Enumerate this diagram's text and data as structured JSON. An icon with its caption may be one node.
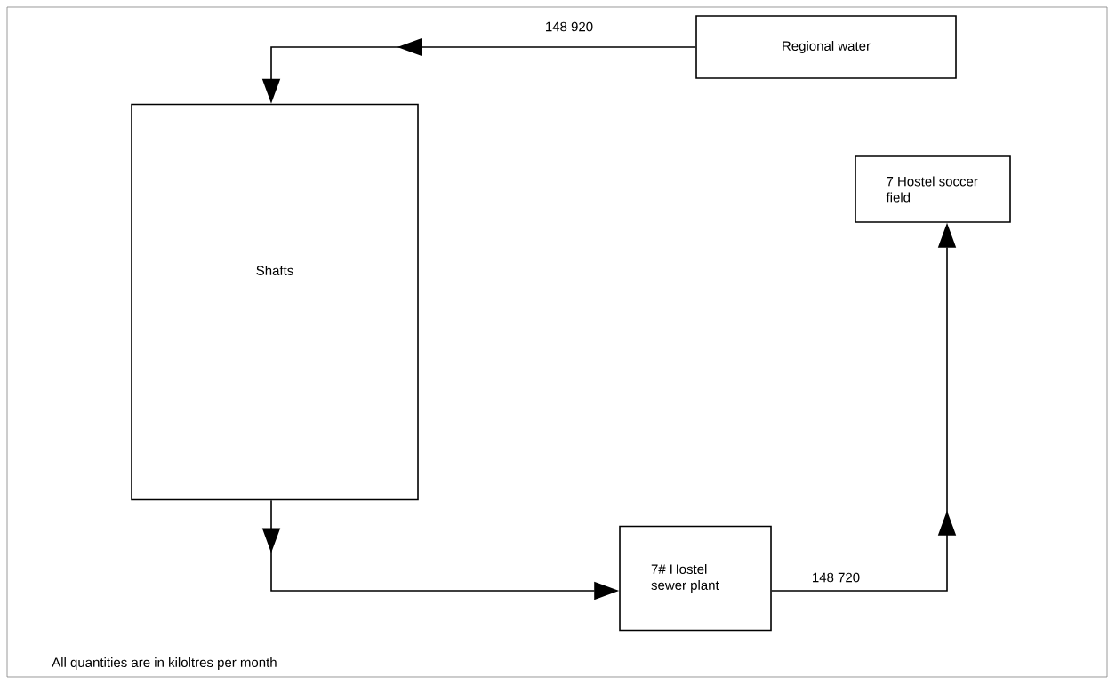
{
  "diagram": {
    "nodes": [
      {
        "text": [
          "Regional water"
        ]
      },
      {
        "text": [
          "Shafts"
        ]
      },
      {
        "text": [
          "7 Hostel soccer field"
        ]
      },
      {
        "text": [
          "7# Hostel sewer plant"
        ]
      }
    ],
    "edges": [
      {
        "from": 0,
        "to": 1,
        "arrow": "to",
        "label": "148 920"
      },
      {
        "from": 1,
        "to": 3,
        "arrow": "to"
      },
      {
        "from": 3,
        "to": 2,
        "arrow": "to",
        "label": "148 720"
      }
    ],
    "labels": [
      "All quantities are in kiloltres per month"
    ]
  }
}
